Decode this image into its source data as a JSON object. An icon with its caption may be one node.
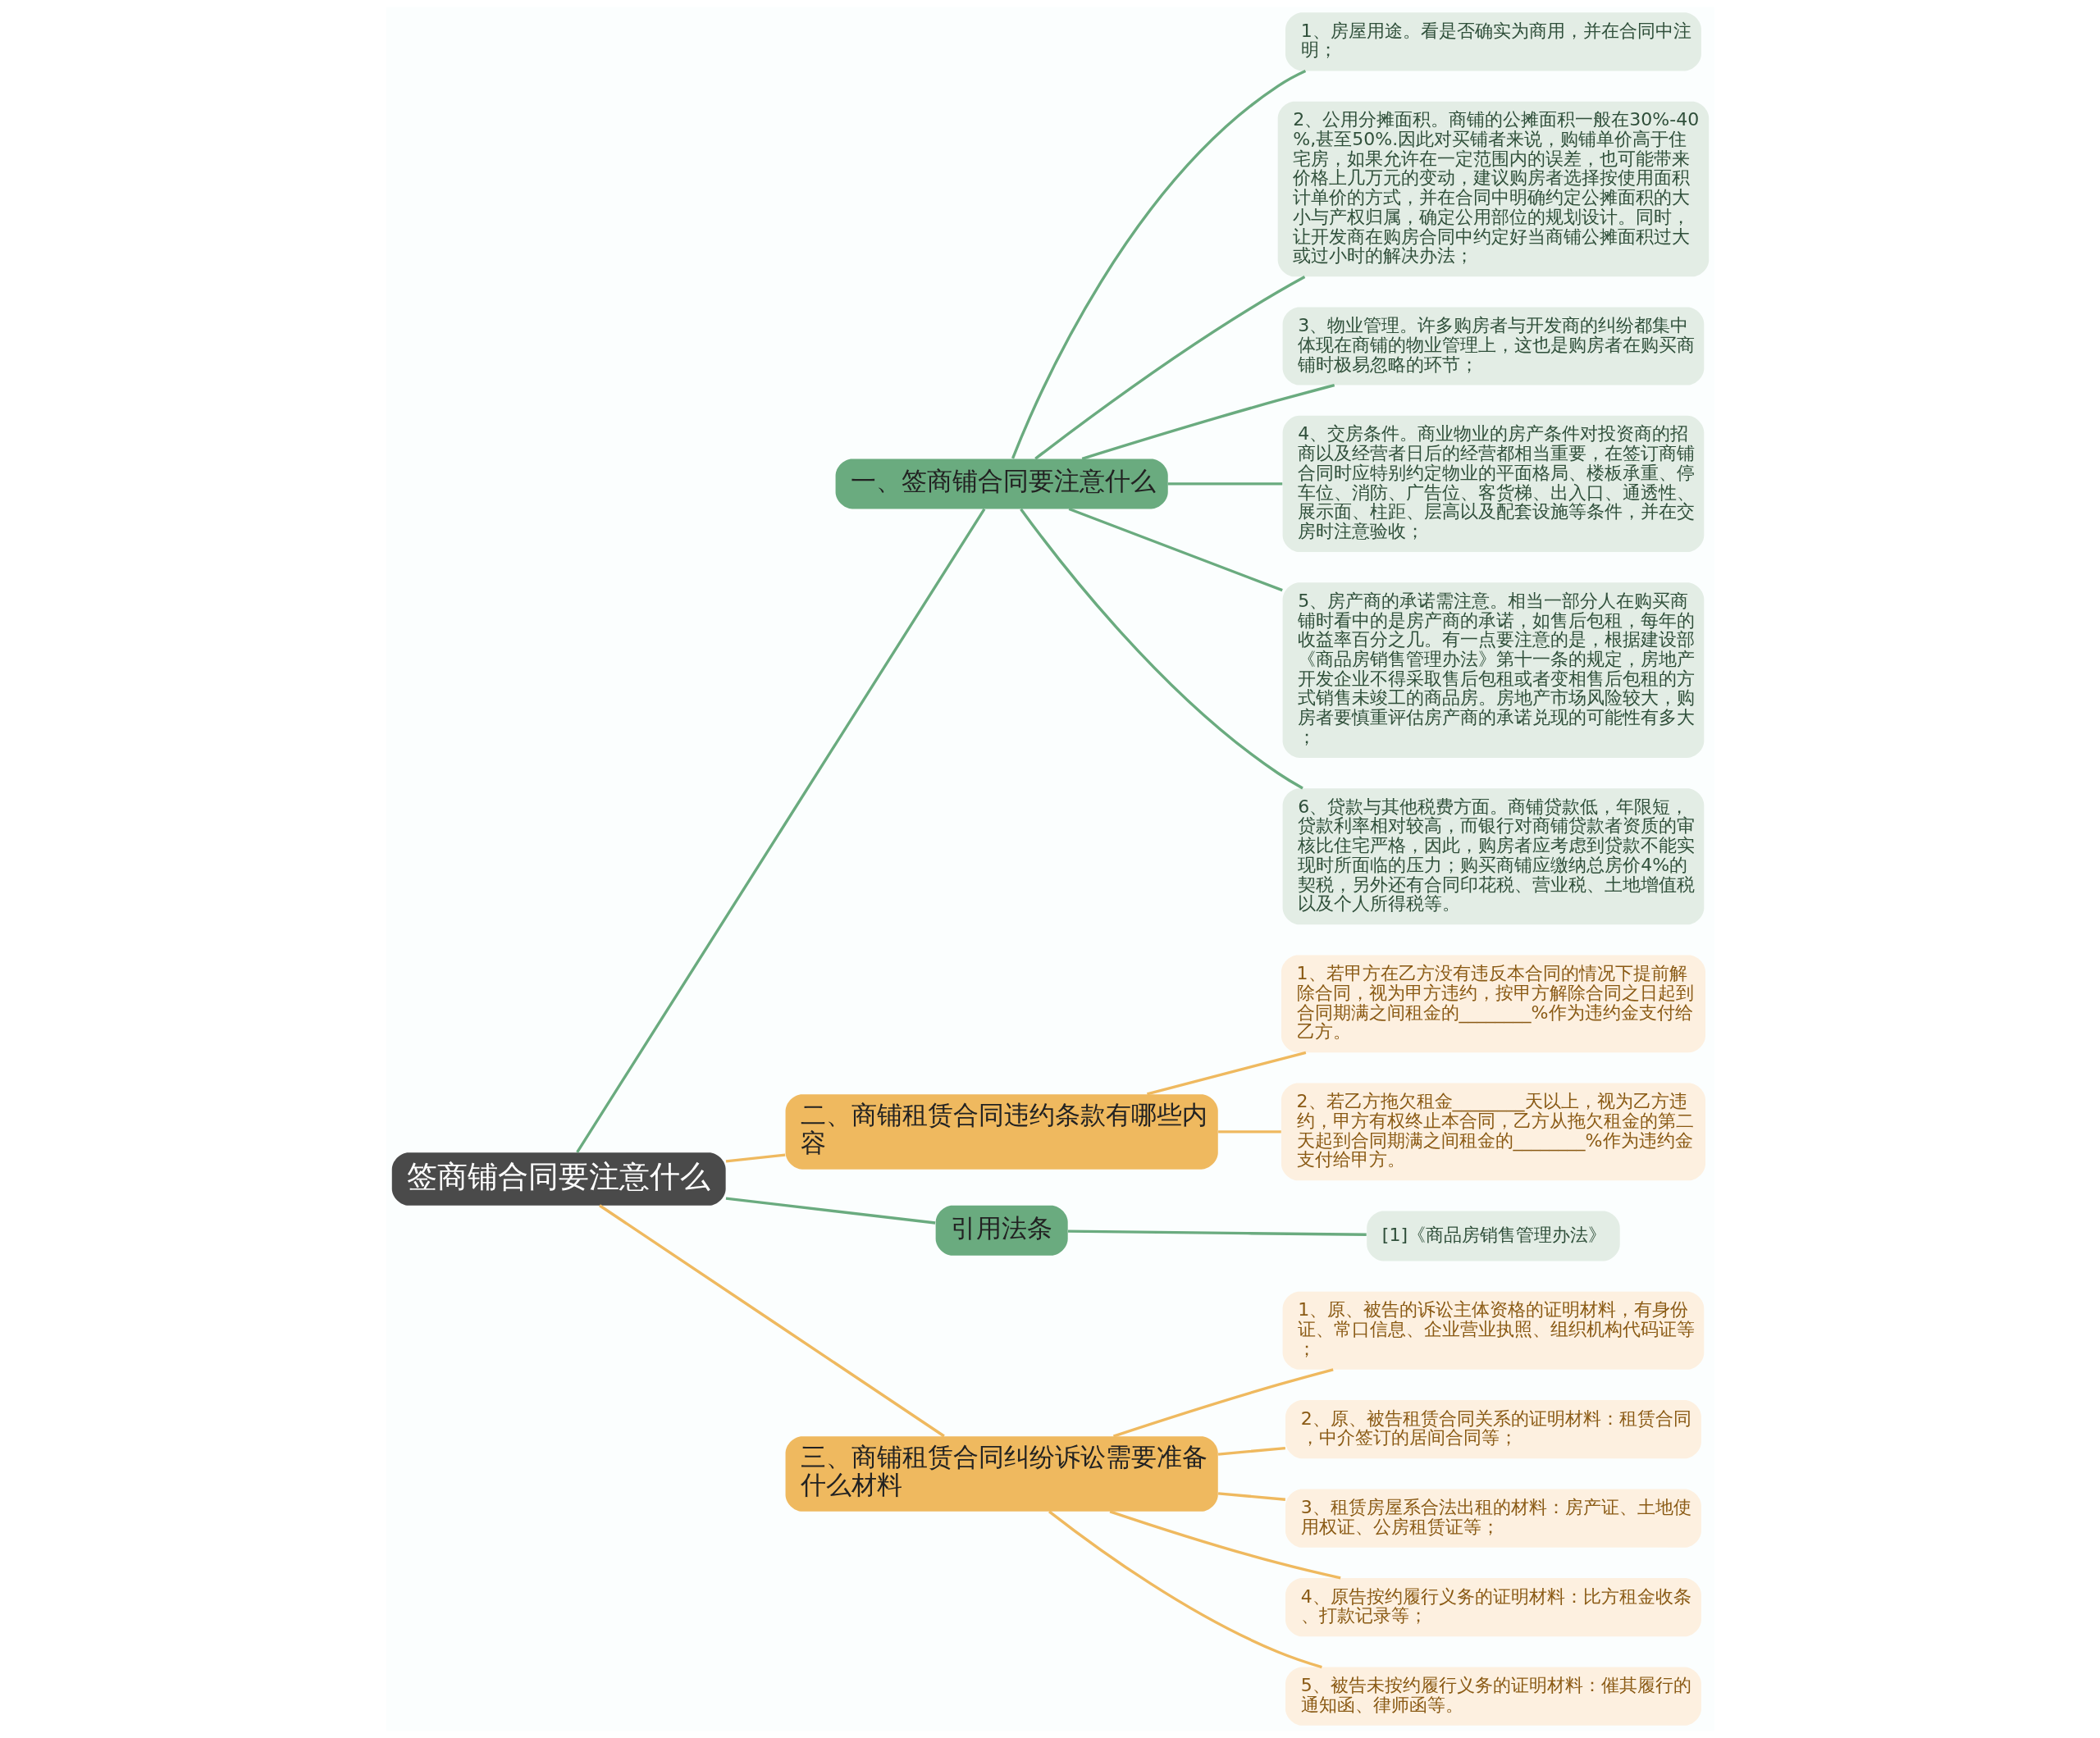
{
  "diagram": {
    "nodes": [
      {
        "text": [
          "签商铺合同要注意什么"
        ]
      },
      {
        "text": [
          "一、签商铺合同要注意什么"
        ]
      },
      {
        "text": [
          "1、房屋用途。看是否确实为商用，并在合同中注明；"
        ]
      },
      {
        "text": [
          "2、公用分摊面积。商铺的公摊面积一般在30%-40%,甚至50%.因此对买铺者来说，购铺单价高于住宅房，如果允许在一定范围内的误差，也可能带来价格上几万元的变动，建议购房者选择按使用面积计单价的方式，并在合同中明确约定公摊面积的大小与产权归属，确定公用部位的规划设计。同时，让开发商在购房合同中约定好当商铺公摊面积过大或过小时的解决办法；"
        ]
      },
      {
        "text": [
          "3、物业管理。许多购房者与开发商的纠纷都集中体现在商铺的物业管理上，这也是购房者在购买商铺时极易忽略的环节；"
        ]
      },
      {
        "text": [
          "4、交房条件。商业物业的房产条件对投资商的招商以及经营者日后的经营都相当重要，在签订商铺合同时应特别约定物业的平面格局、楼板承重、停车位、消防、广告位、客货梯、出入口、通透性、展示面、柱距、层高以及配套设施等条件，并在交房时注意验收；"
        ]
      },
      {
        "text": [
          "5、房产商的承诺需注意。相当一部分人在购买商铺时看中的是房产商的承诺，如售后包租，每年的收益率百分之几。有一点要注意的是，根据建设部《商品房销售管理办法》第十一条的规定，房地产开发企业不得采取售后包租或者变相售后包租的方式销售未竣工的商品房。房地产市场风险较大，购房者要慎重评估房产商的承诺兑现的可能性有多大；"
        ]
      },
      {
        "text": [
          "6、贷款与其他税费方面。商铺贷款低，年限短，贷款利率相对较高，而银行对商铺贷款者资质的审核比住宅严格，因此，购房者应考虑到贷款不能实现时所面临的压力；购买商铺应缴纳总房价4%的契税，另外还有合同印花税、营业税、土地增值税以及个人所得税等。"
        ]
      },
      {
        "text": [
          "二、商铺租赁合同违约条款有哪些内容"
        ]
      },
      {
        "text": [
          "1、若甲方在乙方没有违反本合同的情况下提前解除合同，视为甲方违约，按甲方解除合同之日起到合同期满之间租金的________%作为违约金支付给乙方。"
        ]
      },
      {
        "text": [
          "2、若乙方拖欠租金________天以上，视为乙方违约，甲方有权终止本合同，乙方从拖欠租金的第二天起到合同期满之间租金的________%作为违约金支付给甲方。"
        ]
      },
      {
        "text": [
          "引用法条"
        ]
      },
      {
        "text": [
          "[1]《商品房销售管理办法》"
        ]
      },
      {
        "text": [
          "三、商铺租赁合同纠纷诉讼需要准备什么材料"
        ]
      },
      {
        "text": [
          "1、原、被告的诉讼主体资格的证明材料，有身份证、常口信息、企业营业执照、组织机构代码证等；"
        ]
      },
      {
        "text": [
          "2、原、被告租赁合同关系的证明材料：租赁合同，中介签订的居间合同等；"
        ]
      },
      {
        "text": [
          "3、租赁房屋系合法出租的材料：房产证、土地使用权证、公房租赁证等；"
        ]
      },
      {
        "text": [
          "4、原告按约履行义务的证明材料：比方租金收条、打款记录等；"
        ]
      },
      {
        "text": [
          "5、被告未按约履行义务的证明材料：催其履行的通知函、律师函等。"
        ]
      }
    ],
    "edges": [
      {
        "from": 0,
        "to": 1,
        "arrow": "none"
      },
      {
        "from": 1,
        "to": 2,
        "arrow": "none"
      },
      {
        "from": 1,
        "to": 3,
        "arrow": "none"
      },
      {
        "from": 1,
        "to": 4,
        "arrow": "none"
      },
      {
        "from": 1,
        "to": 5,
        "arrow": "none"
      },
      {
        "from": 1,
        "to": 6,
        "arrow": "none"
      },
      {
        "from": 1,
        "to": 7,
        "arrow": "none"
      },
      {
        "from": 0,
        "to": 8,
        "arrow": "none",
        "color": "#efb95f"
      },
      {
        "from": 8,
        "to": 9,
        "arrow": "none",
        "color": "#efb95f"
      },
      {
        "from": 8,
        "to": 10,
        "arrow": "none",
        "color": "#efb95f"
      },
      {
        "from": 0,
        "to": 11,
        "arrow": "none"
      },
      {
        "from": 11,
        "to": 12,
        "arrow": "none"
      },
      {
        "from": 0,
        "to": 13,
        "arrow": "none",
        "color": "#efb95f"
      },
      {
        "from": 13,
        "to": 14,
        "arrow": "none",
        "color": "#efb95f"
      },
      {
        "from": 13,
        "to": 15,
        "arrow": "none",
        "color": "#efb95f"
      },
      {
        "from": 13,
        "to": 16,
        "arrow": "none",
        "color": "#efb95f"
      },
      {
        "from": 13,
        "to": 17,
        "arrow": "none",
        "color": "#efb95f"
      },
      {
        "from": 13,
        "to": 18,
        "arrow": "none",
        "color": "#efb95f"
      }
    ]
  }
}
